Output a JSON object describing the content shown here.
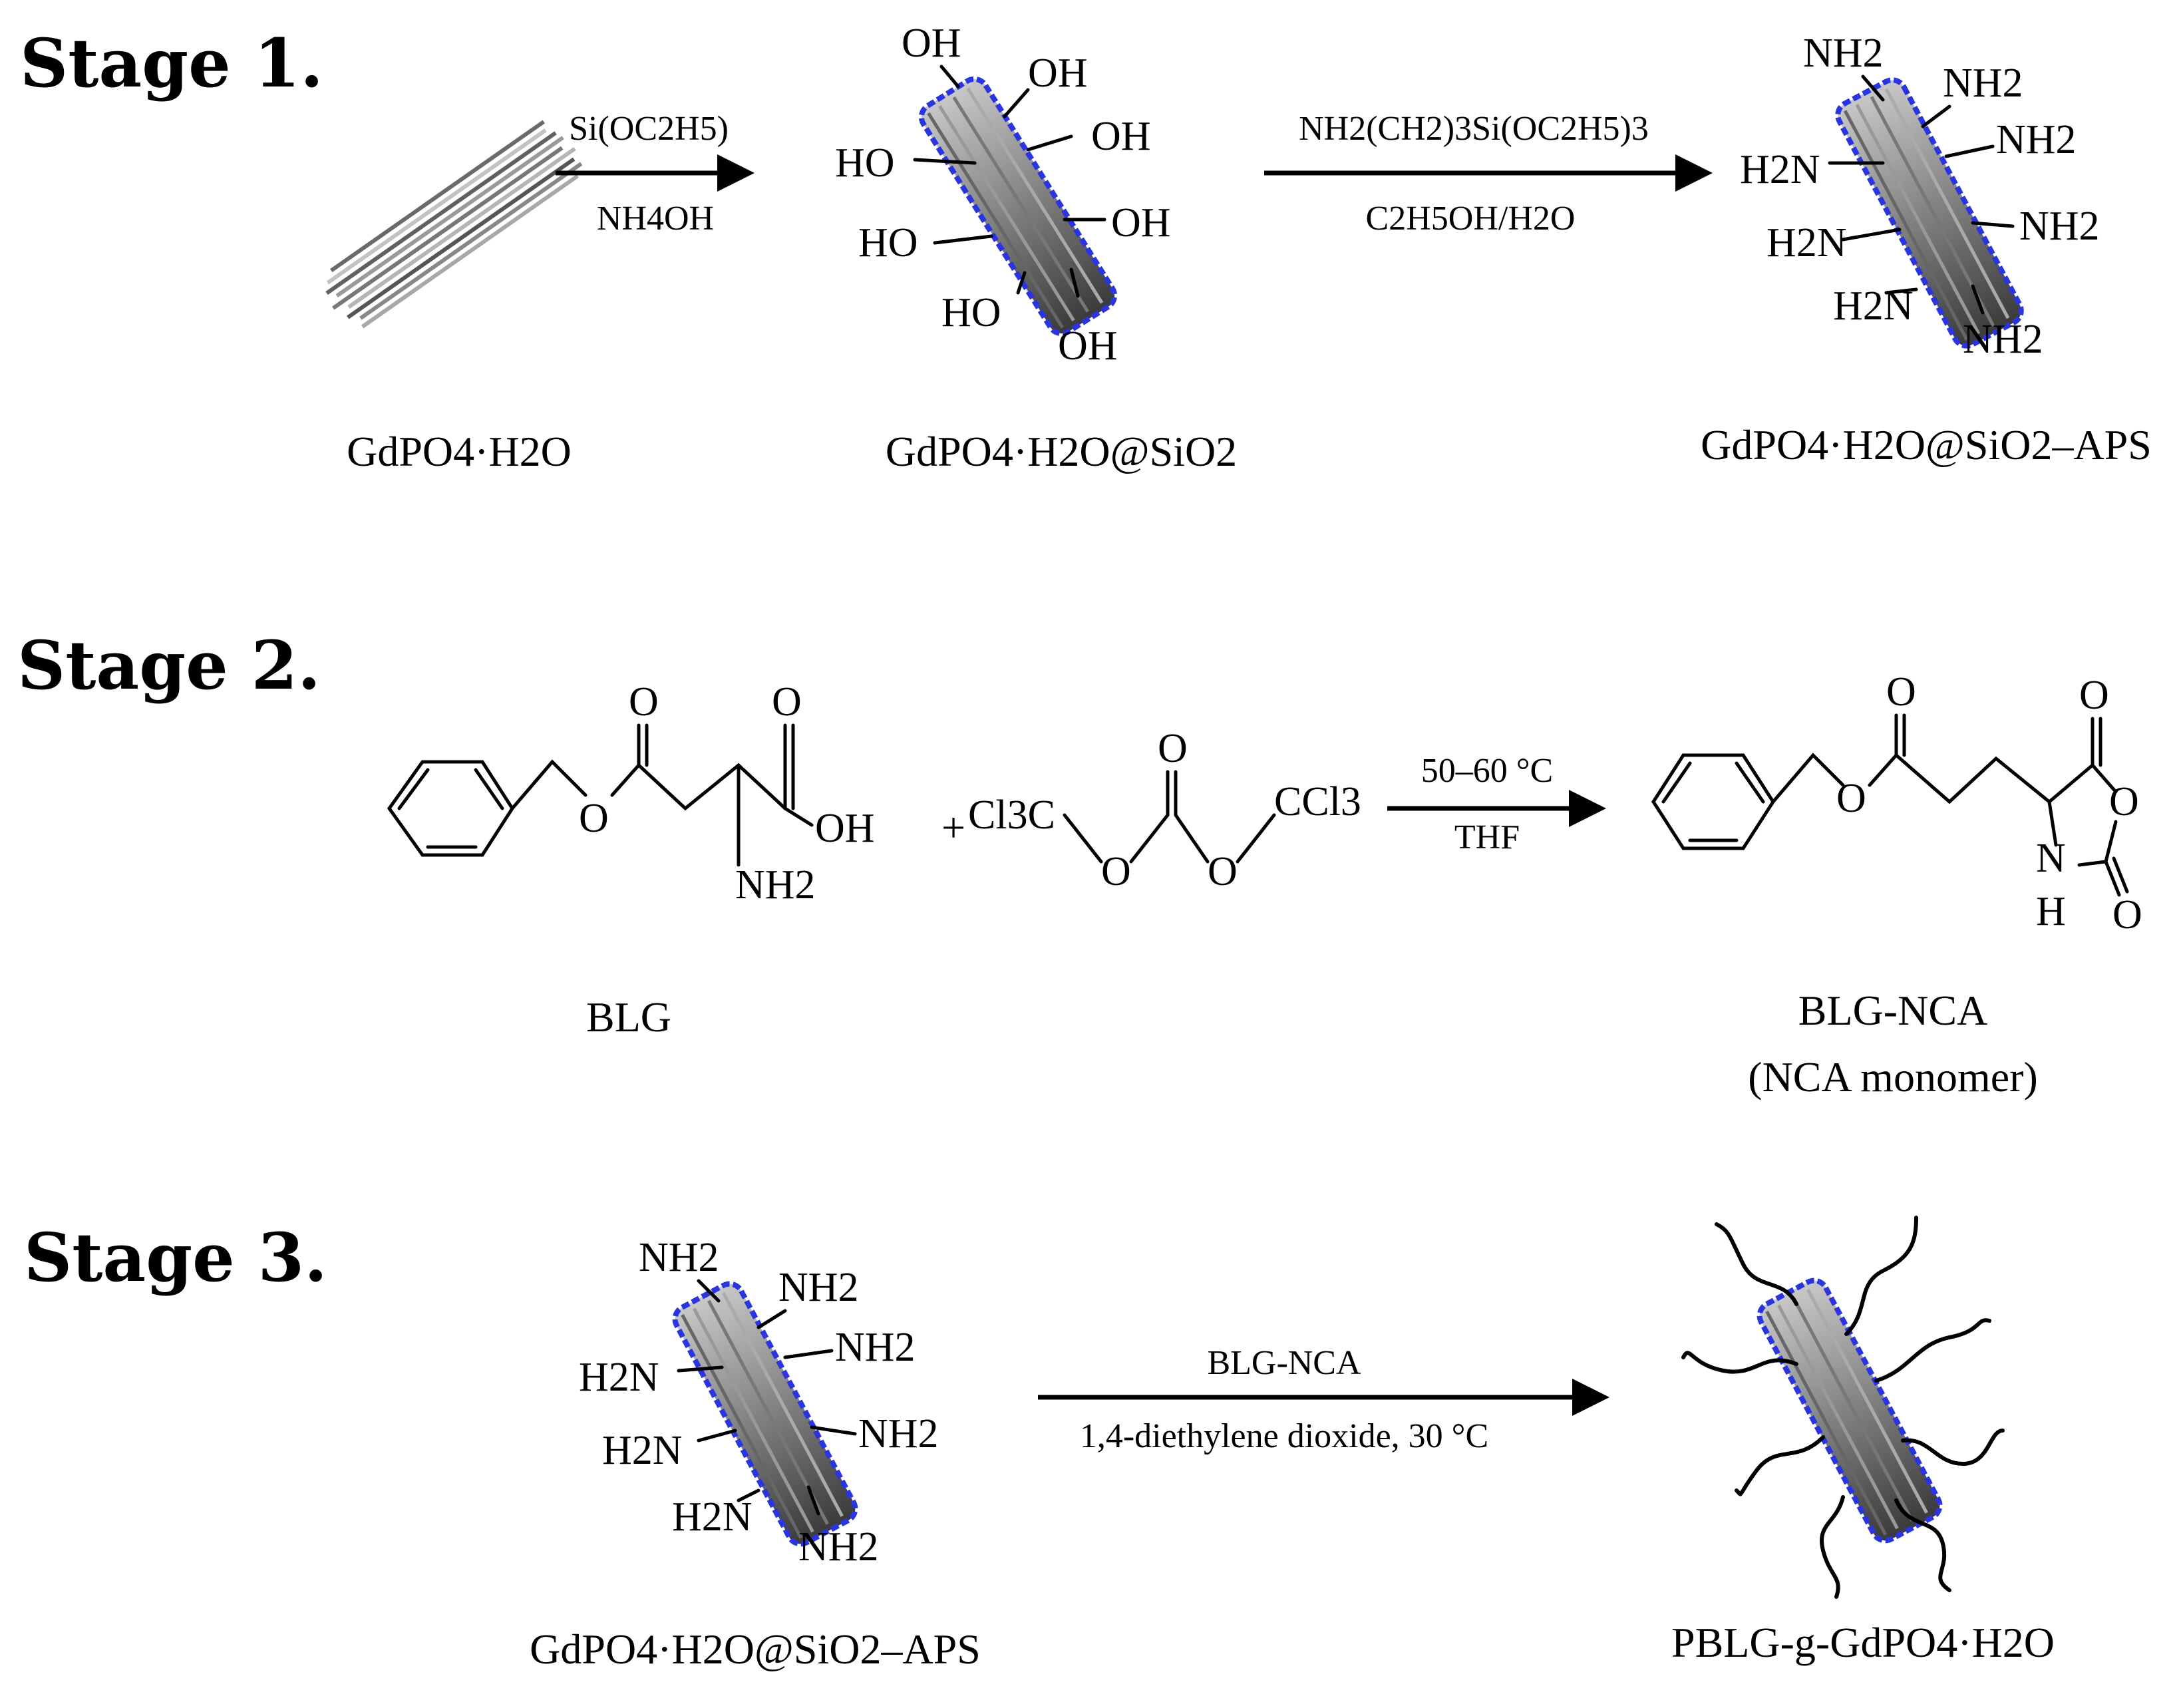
{
  "stages": [
    "Stage 1.",
    "Stage 2.",
    "Stage 3."
  ],
  "stage1": {
    "label_raw": "GdPO4·H2O",
    "label_silica": "GdPO4·H2O@SiO2",
    "label_aps": "GdPO4·H2O@SiO2–APS",
    "arrow1_top": "Si(OC2H5)",
    "arrow1_bottom": "NH4OH",
    "arrow2_top": "NH2(CH2)3Si(OC2H5)3",
    "arrow2_bottom": "C2H5OH/H2O",
    "hydroxyl_group": "OH",
    "hydroxyl_group_left": "HO",
    "amine_group": "NH2",
    "amine_group_left": "H2N"
  },
  "stage2": {
    "reactant_label": "BLG",
    "plus": "+",
    "triphosgene_left": "Cl3C",
    "triphosgene_right": "CCl3",
    "arrow_top": "50–60 °C",
    "arrow_bottom": "THF",
    "product_label": "BLG-NCA",
    "product_sublabel": "(NCA monomer)",
    "atoms": {
      "O": "O",
      "OH": "OH",
      "NH2": "NH2",
      "N": "N",
      "H": "H"
    }
  },
  "stage3": {
    "reactant_label": "GdPO4·H2O@SiO2–APS",
    "arrow_top": "BLG-NCA",
    "arrow_bottom": "1,4-diethylene dioxide, 30 °C",
    "product_label": "PBLG-g-GdPO4·H2O"
  },
  "colors": {
    "shell": "#2a35e0",
    "rod_dark": "#4a4a4a",
    "rod_light": "#d4d4d4"
  }
}
